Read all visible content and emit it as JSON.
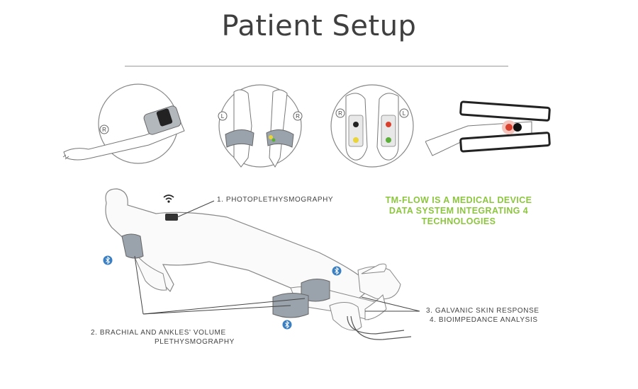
{
  "title": "Patient Setup",
  "panels": {
    "arm": {
      "side_label": "R"
    },
    "ankles": {
      "left_label": "L",
      "right_label": "R"
    },
    "soles": {
      "left_label": "R",
      "right_label": "L"
    }
  },
  "labels": {
    "ppg": "1. PHOTOPLETHYSMOGRAPHY",
    "vpg_line1": "2. BRACHIAL AND ANKLES' VOLUME",
    "vpg_line2": "PLETHYSMOGRAPHY",
    "gsr": "3. GALVANIC SKIN RESPONSE",
    "bia": "4. BIOIMPEDANCE ANALYSIS"
  },
  "tagline": {
    "line1": "TM-FLOW IS A MEDICAL DEVICE",
    "line2": "DATA SYSTEM INTEGRATING 4",
    "line3": "TECHNOLOGIES"
  },
  "colors": {
    "title": "#3f3f3f",
    "tagline": "#8cc63f",
    "cuff": "#9aa3ab",
    "bluetooth": "#3a7fc1",
    "electrode_red": "#d9412f",
    "electrode_yellow": "#e9d43a",
    "electrode_green": "#5cae3a"
  },
  "icons": [
    "wifi-icon",
    "bluetooth-icon"
  ]
}
